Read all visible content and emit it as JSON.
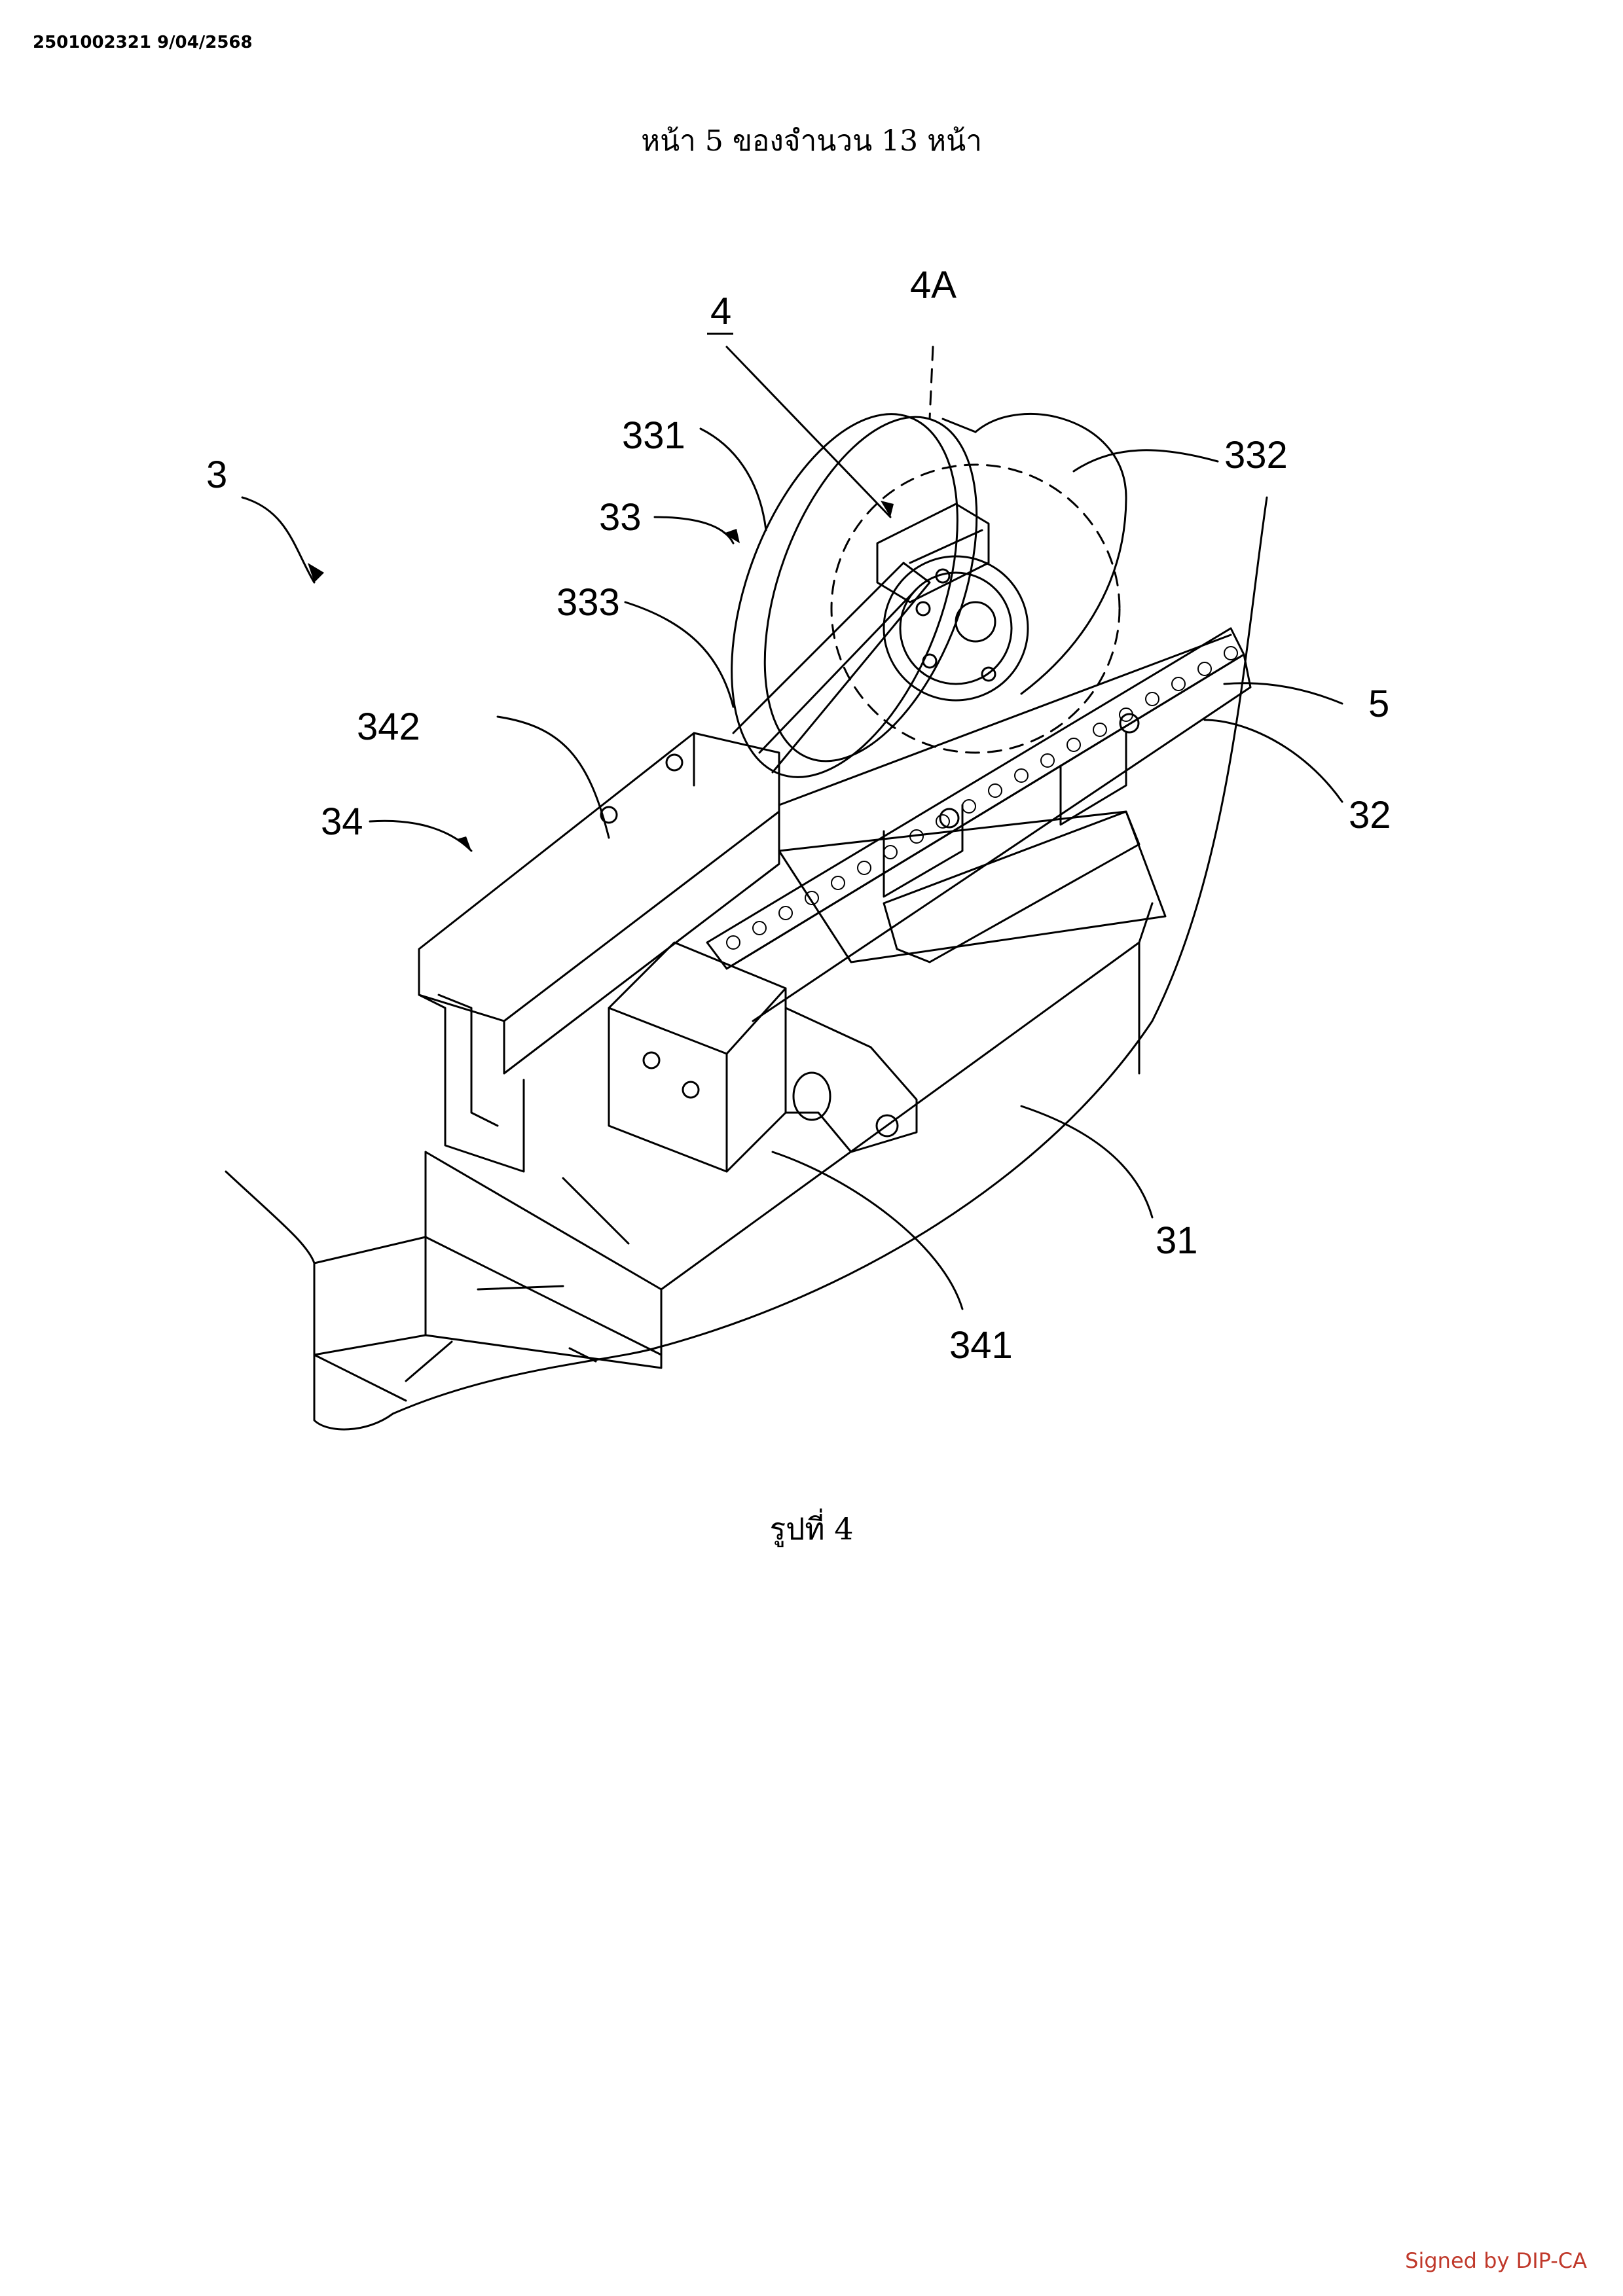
{
  "header": {
    "doc_id": "2501002321 9/04/2568",
    "page_label": "หน้า 5 ของจำนวน 13 หน้า"
  },
  "figure": {
    "caption": "รูปที่ 4",
    "labels": {
      "l3": "3",
      "l4": "4",
      "l4a": "4A",
      "l331": "331",
      "l332": "332",
      "l33": "33",
      "l333": "333",
      "l342": "342",
      "l34": "34",
      "l5": "5",
      "l32": "32",
      "l31": "31",
      "l341": "341"
    }
  },
  "footer": {
    "signed": "Signed by DIP-CA"
  }
}
